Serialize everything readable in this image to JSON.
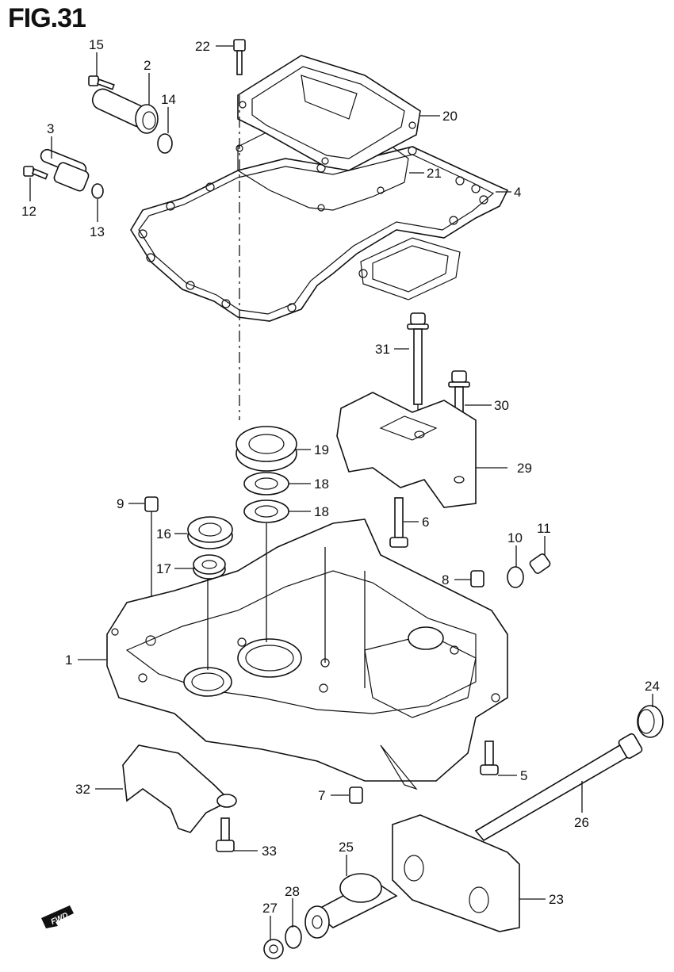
{
  "figure": {
    "title": "FIG.31",
    "direction_badge": "FWD"
  },
  "parts": [
    {
      "id": "1"
    },
    {
      "id": "2"
    },
    {
      "id": "3"
    },
    {
      "id": "4"
    },
    {
      "id": "5"
    },
    {
      "id": "6"
    },
    {
      "id": "7"
    },
    {
      "id": "8"
    },
    {
      "id": "9"
    },
    {
      "id": "10"
    },
    {
      "id": "11"
    },
    {
      "id": "12"
    },
    {
      "id": "13"
    },
    {
      "id": "14"
    },
    {
      "id": "15"
    },
    {
      "id": "16"
    },
    {
      "id": "17"
    },
    {
      "id": "18a",
      "label": "18"
    },
    {
      "id": "18b",
      "label": "18"
    },
    {
      "id": "19"
    },
    {
      "id": "20"
    },
    {
      "id": "21"
    },
    {
      "id": "22"
    },
    {
      "id": "23"
    },
    {
      "id": "24"
    },
    {
      "id": "25"
    },
    {
      "id": "26"
    },
    {
      "id": "27"
    },
    {
      "id": "28"
    },
    {
      "id": "29"
    },
    {
      "id": "30"
    },
    {
      "id": "31"
    },
    {
      "id": "32"
    },
    {
      "id": "33"
    }
  ],
  "labels": {
    "p1": "1",
    "p2": "2",
    "p3": "3",
    "p4": "4",
    "p5": "5",
    "p6": "6",
    "p7": "7",
    "p8": "8",
    "p9": "9",
    "p10": "10",
    "p11": "11",
    "p12": "12",
    "p13": "13",
    "p14": "14",
    "p15": "15",
    "p16": "16",
    "p17": "17",
    "p18a": "18",
    "p18b": "18",
    "p19": "19",
    "p20": "20",
    "p21": "21",
    "p22": "22",
    "p23": "23",
    "p24": "24",
    "p25": "25",
    "p26": "26",
    "p27": "27",
    "p28": "28",
    "p29": "29",
    "p30": "30",
    "p31": "31",
    "p32": "32",
    "p33": "33"
  }
}
